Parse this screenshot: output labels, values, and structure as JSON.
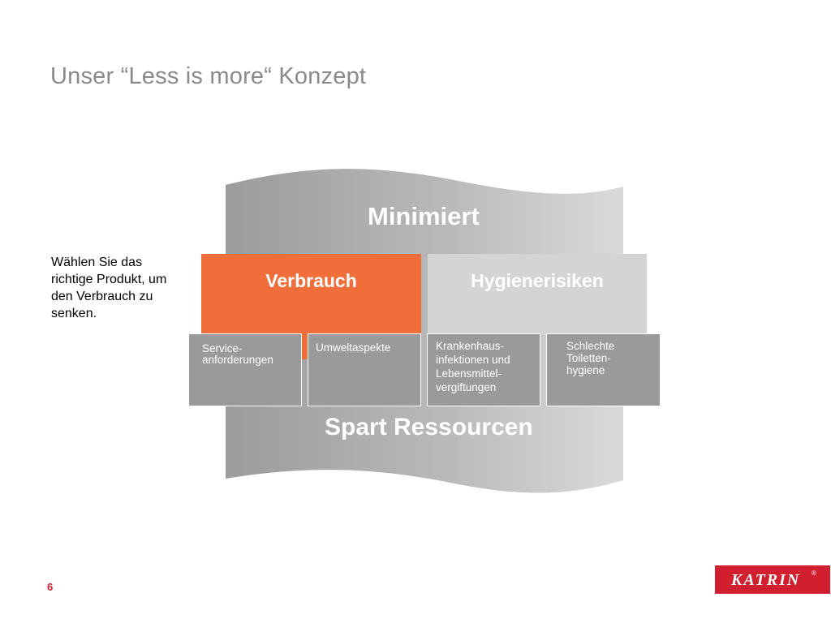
{
  "slide": {
    "title": "Unser “Less is more“ Konzept",
    "side_text": "Wählen Sie das richtige Produkt, um den Verbrauch zu senken.",
    "page_number": "6"
  },
  "diagram": {
    "top_label": "Minimiert",
    "bottom_label": "Spart Ressourcen",
    "categories": [
      {
        "label": "Verbrauch",
        "color": "#ef6e3a"
      },
      {
        "label": "Hygienerisiken",
        "color": "#d4d4d4"
      }
    ],
    "items": [
      {
        "label": "Service-\nanforderungen"
      },
      {
        "label": "Umweltaspekte"
      },
      {
        "label": "Krankenhaus-\ninfektionen und\nLebensmittel-\nvergiftungen"
      },
      {
        "label": "Schlechte\nToiletten-\nhygiene"
      }
    ]
  },
  "logo": {
    "text": "KATRIN",
    "reg": "®",
    "color": "#d11f2f"
  }
}
